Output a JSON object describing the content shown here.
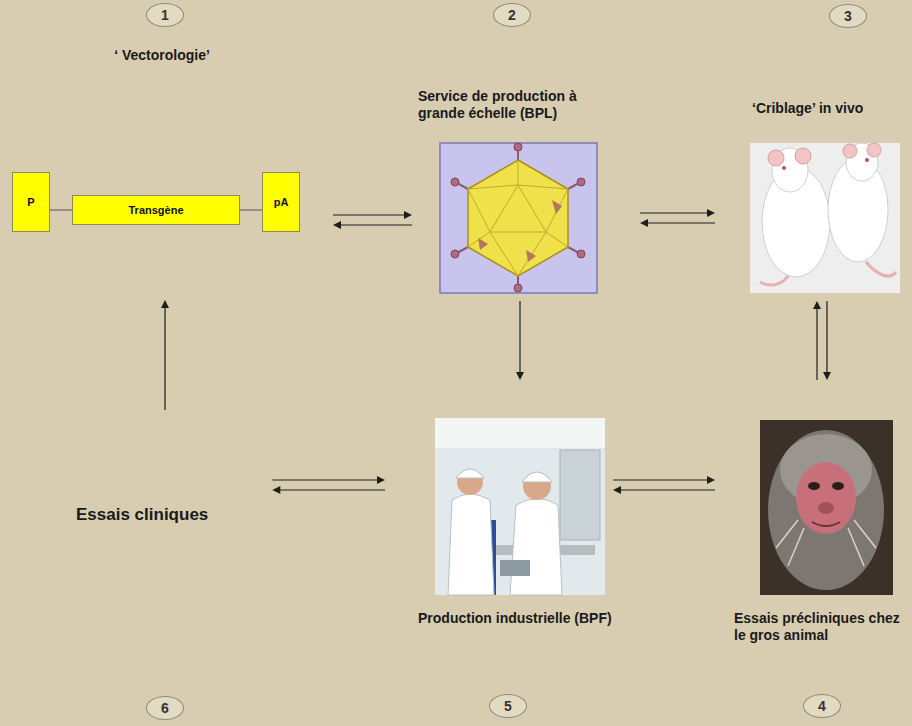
{
  "diagram": {
    "nodes": [
      {
        "text": [
          "1"
        ]
      },
      {
        "text": [
          "2"
        ]
      },
      {
        "text": [
          "3"
        ]
      },
      {
        "text": [
          "‘ Vectorologie’"
        ]
      },
      {
        "text": [
          "P"
        ],
        "in": 3
      },
      {
        "text": [
          "Transgène"
        ],
        "in": 3
      },
      {
        "text": [
          "pA"
        ],
        "in": 3
      },
      {
        "text": [
          "Service de production à grande échelle (BPL)"
        ]
      },
      {
        "text": [
          "‘Criblage’ in vivo"
        ]
      },
      {
        "text": [
          "Essais cliniques"
        ]
      },
      {
        "text": [
          "Production industrielle (BPF)"
        ]
      },
      {
        "text": [
          "Essais précliniques chez le gros animal"
        ]
      },
      {
        "text": [
          "6"
        ]
      },
      {
        "text": [
          "5"
        ]
      },
      {
        "text": [
          "4"
        ]
      }
    ],
    "edges": [
      {
        "from": 4,
        "to": 5,
        "arrow": "none"
      },
      {
        "from": 5,
        "to": 6,
        "arrow": "none"
      },
      {
        "from": 6,
        "to": 7,
        "arrow": "both"
      },
      {
        "from": 7,
        "to": 8,
        "arrow": "both"
      },
      {
        "from": 8,
        "to": 11,
        "arrow": "both"
      },
      {
        "from": 7,
        "to": 10,
        "arrow": "to"
      },
      {
        "from": 10,
        "to": 11,
        "arrow": "both"
      },
      {
        "from": 10,
        "to": 9,
        "arrow": "both"
      },
      {
        "from": 9,
        "to": 5,
        "arrow": "to"
      }
    ]
  }
}
